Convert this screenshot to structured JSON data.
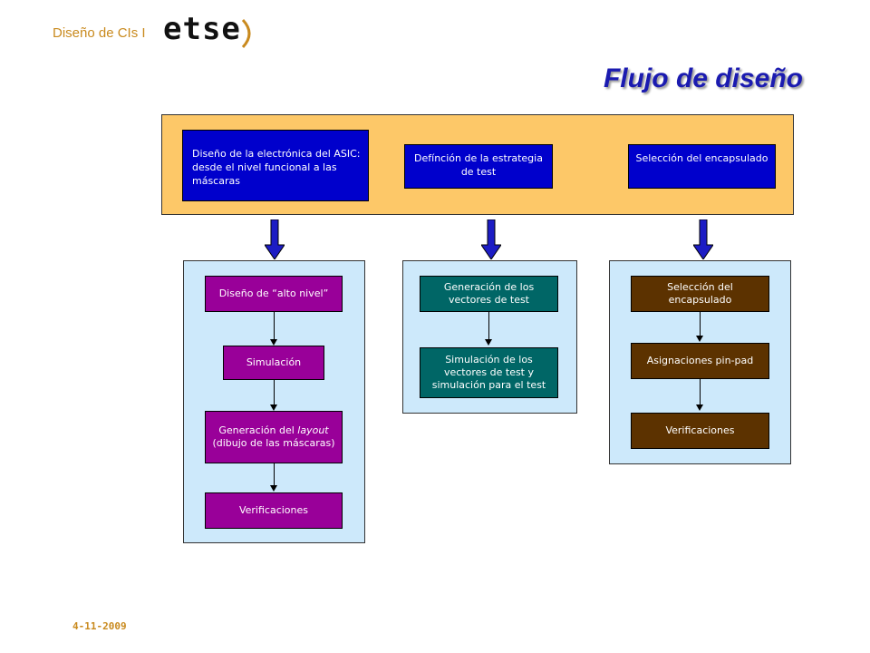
{
  "header": {
    "course": "Diseño de CIs I",
    "logo_text": "etse",
    "title": "Flujo de diseño"
  },
  "top": {
    "box1": "Diseño de la electrónica del ASIC: desde el nivel funcional a las máscaras",
    "box2": "Defínción de la estrategia de test",
    "box3": "Selección del encapsulado"
  },
  "col1": {
    "step1": "Diseño de “alto nivel”",
    "step2": "Simulación",
    "step3_a": "Generación del ",
    "step3_em": "layout",
    "step3_b": " (dibujo de las máscaras)",
    "step4": "Verificaciones"
  },
  "col2": {
    "step1": "Generación de los vectores de test",
    "step2": "Simulación de los vectores de test y simulación para el test"
  },
  "col3": {
    "step1": "Selección del encapsulado",
    "step2": "Asignaciones pin-pad",
    "step3": "Verificaciones"
  },
  "footer": {
    "date": "4-11-2009"
  },
  "colors": {
    "top_band": "#fdc868",
    "top_box": "#0000cc",
    "panel": "#cde9fb",
    "purple": "#990099",
    "teal": "#006666",
    "brown": "#5c3200",
    "title": "#1b1bb0",
    "accent": "#c98a1e"
  }
}
